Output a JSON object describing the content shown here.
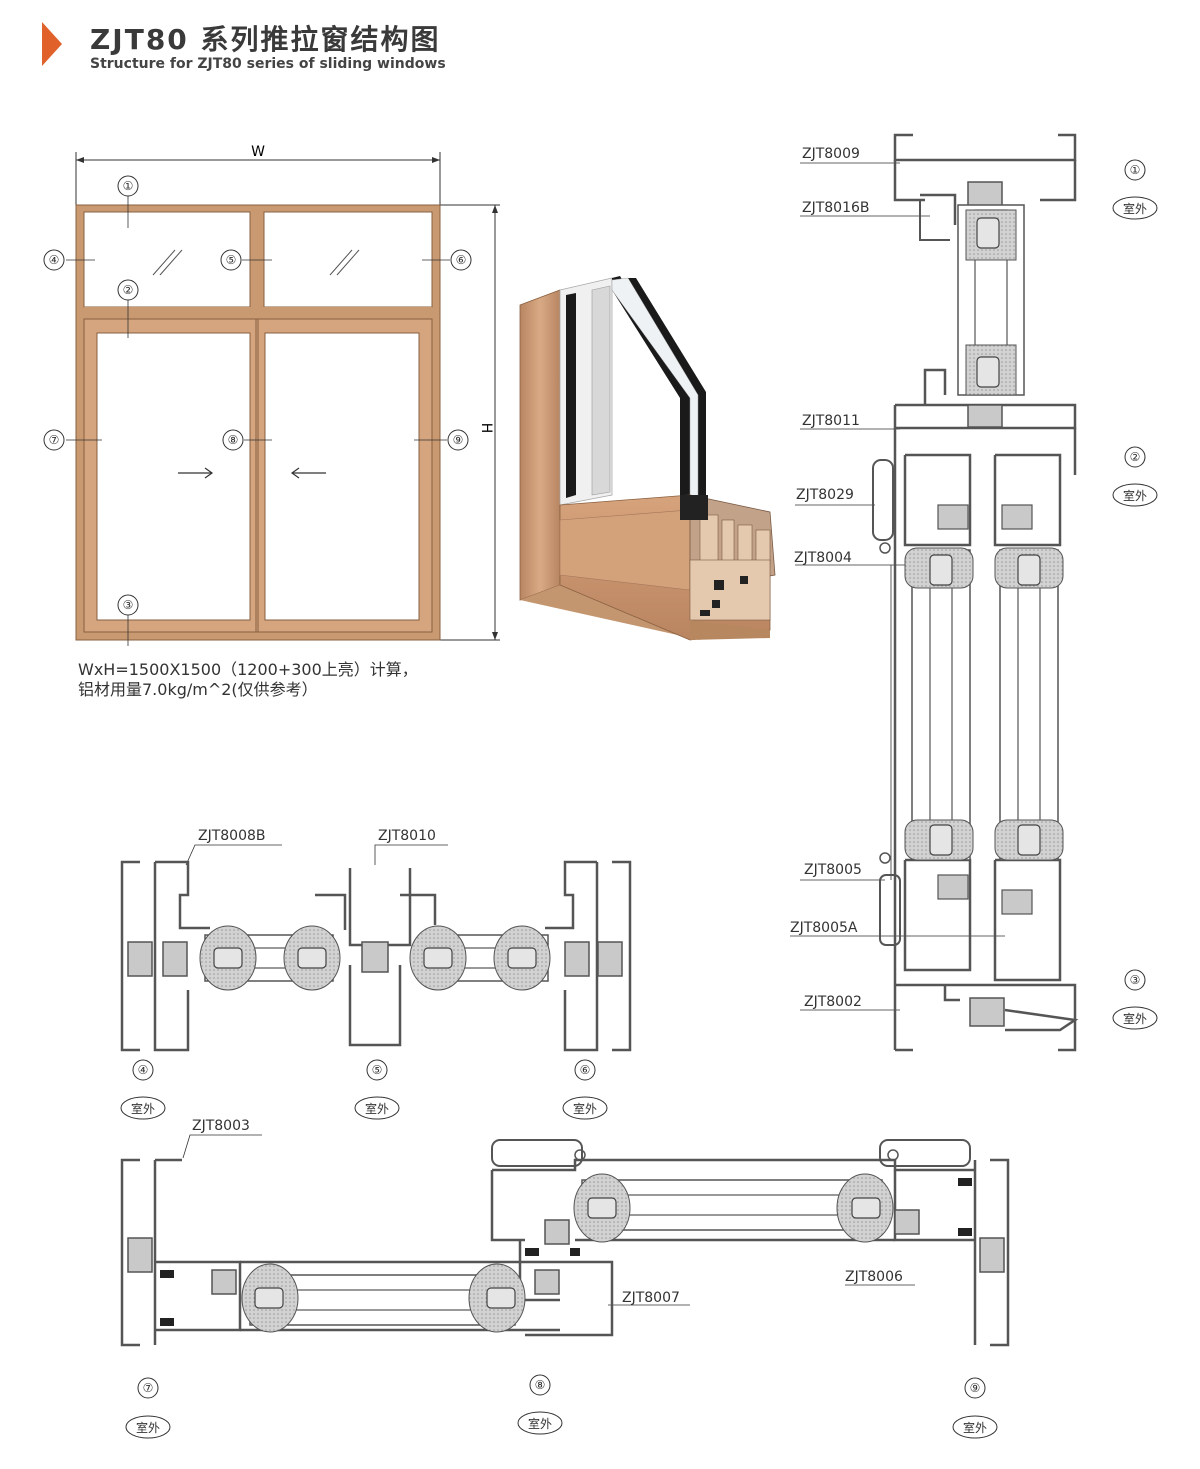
{
  "header": {
    "title": "ZJT80 系列推拉窗结构图",
    "subtitle": "Structure for ZJT80 series of sliding windows"
  },
  "elevation": {
    "width_label": "W",
    "height_label": "H",
    "markers": [
      "①",
      "②",
      "③",
      "④",
      "⑤",
      "⑥",
      "⑦",
      "⑧",
      "⑨"
    ],
    "glass_mark": "//",
    "arrow_right": "→",
    "arrow_left": "←"
  },
  "note": {
    "line1": "WxH=1500X1500（1200+300上亮）计算，",
    "line2": "铝材用量7.0kg/m^2(仅供参考）"
  },
  "profiles": {
    "right_labels": [
      "ZJT8009",
      "ZJT8016B",
      "ZJT8011",
      "ZJT8029",
      "ZJT8004",
      "ZJT8005",
      "ZJT8005A",
      "ZJT8002"
    ],
    "mid_labels": [
      "ZJT8008B",
      "ZJT8010"
    ],
    "bottom_labels": [
      "ZJT8003",
      "ZJT8007",
      "ZJT8006"
    ]
  },
  "sections": {
    "outdoor": "室外"
  },
  "colors": {
    "accent": "#e0622a",
    "frame": "#c99a72",
    "frame_dark": "#a9795a",
    "gasket": "#cfcfcf"
  }
}
